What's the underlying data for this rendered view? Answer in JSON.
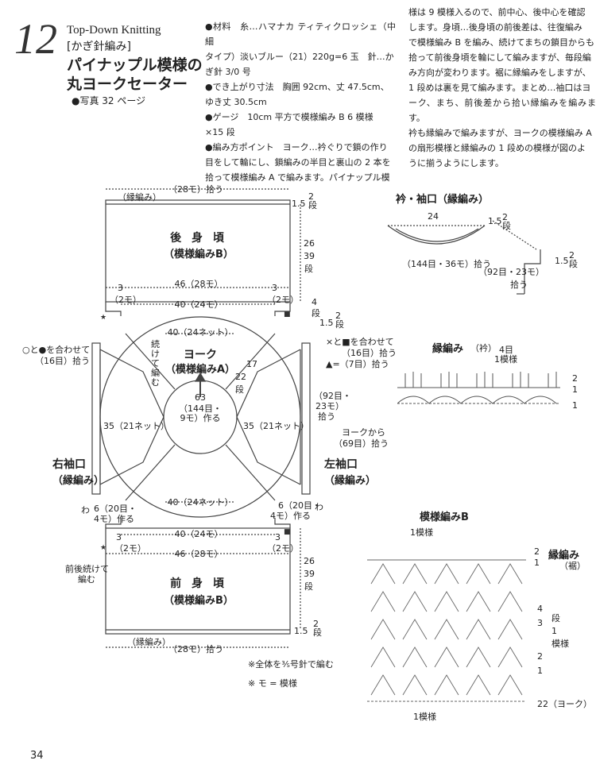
{
  "header": {
    "number": "12",
    "subtitle": "Top-Down Knitting",
    "bracket": "[かぎ針編み]",
    "title_line1": "パイナップル模様の",
    "title_line2": "丸ヨークセーター",
    "photo": "●写真 32 ページ"
  },
  "instructions": {
    "col1": [
      "●材料　糸…ハマナカ ティティクロッシェ（中細",
      "タイプ）淡いブルー（21）220g=6 玉　針…か",
      "ぎ針 3/0 号",
      "●でき上がり寸法　胸囲 92cm、丈 47.5cm、",
      "ゆき丈 30.5cm",
      "●ゲージ　10cm 平方で模様編み B 6 模様",
      "×15 段",
      "●編み方ポイント　ヨーク…衿ぐりで鎖の作り",
      "目をして輪にし、鎖編みの半目と裏山の 2 本を",
      "拾って模様編み A で編みます。パイナップル模"
    ],
    "col2": [
      "様は 9 模様入るので、前中心、後中心を確認",
      "します。身頃…後身頃の前後差は、往復編み",
      "で模様編み B を編み、続けてまちの鎖目からも",
      "拾って前後身頃を輪にして編みますが、毎段編",
      "み方向が変わります。裾に縁編みをしますが、",
      "1 段めは裏を見て編みます。まとめ…袖口はヨ",
      "ーク、まち、前後差から拾い縁編みを編みます。",
      "衿も縁編みで編みますが、ヨークの模様編み A",
      "の扇形模様と縁編みの 1 段めの模様が図のよ",
      "うに揃うようにします。"
    ]
  },
  "schematic": {
    "back_border": "（縁編み）",
    "back_pick": "（28モ）拾う",
    "back_title": "後 身 頃",
    "back_pattern": "（模様編みB）",
    "back_46": "46（28モ）",
    "back_40": "40（24モ）",
    "back_3l": "3",
    "back_3l2": "（2モ）",
    "back_3r": "3",
    "back_3r2": "（2モ）",
    "r15_top": "1.5",
    "r2dan_top": "2\n段",
    "r26": "26",
    "r39": "39",
    "r39dan": "段",
    "r4": "4",
    "r4dan": "段",
    "r15b": "1.5",
    "r2danb": "2\n段",
    "yoke_40net": "40（24ネット）",
    "yoke_title": "ヨーク",
    "yoke_pattern": "（模様編みA）",
    "yoke_cont": "続けて編む",
    "yoke_17": "17",
    "yoke_22": "22",
    "yoke_22dan": "段",
    "yoke_63": "63",
    "yoke_144": "（144目・",
    "yoke_9": "9モ）作る",
    "yoke_35l": "35（21ネット）",
    "yoke_35r": "35（21ネット）",
    "yoke_40net_b": "40（24ネット）",
    "left_note1": "○と●を合わせて",
    "left_note2": "（16目）拾う",
    "right_note1": "×と■を合わせて",
    "right_note2": "（16目）拾う",
    "right_note3": "▲=（7目）拾う",
    "right_92": "（92目・",
    "right_23": "23モ）",
    "right_pick": "拾う",
    "yoke_from": "ヨークから",
    "yoke_from2": "（69目）拾う",
    "right_sleeve": "右袖口",
    "right_sleeve_b": "（縁編み）",
    "left_sleeve": "左袖口",
    "left_sleeve_b": "（縁編み）",
    "wa_l": "わ",
    "wa_r": "わ",
    "gusset_l1": "6（20目・",
    "gusset_l2": "4モ）作る",
    "gusset_r1": "6（20目・",
    "gusset_r2": "4モ）作る",
    "front_40": "40（24モ）",
    "front_3l": "3",
    "front_3l2": "（2モ）",
    "front_3r": "3",
    "front_3r2": "（2モ）",
    "front_46": "46（28モ）",
    "front_cont1": "前後続けて",
    "front_cont2": "編む",
    "front_title": "前 身 頃",
    "front_pattern": "（模様編みB）",
    "front_border": "（縁編み）",
    "front_pick": "（28モ）拾う",
    "f26": "26",
    "f39": "39",
    "f39dan": "段",
    "f15": "1.5",
    "f2dan": "2\n段",
    "note1": "※全体を⅗号針で編む",
    "note2": "※ モ = 模様"
  },
  "collar": {
    "title": "衿・袖口（縁編み）",
    "w24": "24",
    "w15": "1.5",
    "w2dan": "2\n段",
    "pick": "（144目・36モ）拾う",
    "s15": "1.5",
    "s2dan": "2\n段",
    "s92": "（92目・23モ）",
    "spick": "拾う"
  },
  "border_chart": {
    "title": "縁編み",
    "title_sub": "（衿）",
    "rep1": "4目",
    "rep2": "1模様",
    "row2": "2",
    "row1": "1",
    "row1b": "1"
  },
  "pattern_b": {
    "title": "模様編みB",
    "rep_top": "1模様",
    "border": "縁編み",
    "border_sub": "（裾）",
    "r2": "2",
    "r1": "1",
    "rows4": "4",
    "rows3": "3",
    "rows2": "2",
    "rows1": "1",
    "dan": "段",
    "one": "1",
    "moyo": "模様",
    "r22": "22（ヨーク）",
    "rep_bottom": "1模様"
  },
  "footer": {
    "page": "34"
  }
}
